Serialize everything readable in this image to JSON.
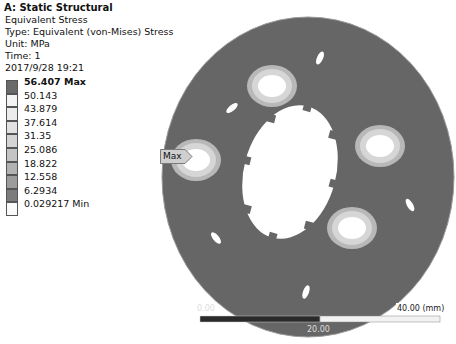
{
  "diagram": {
    "title": "A: Static Structural",
    "nodes": [
      {
        "text": [
          "Max"
        ]
      }
    ],
    "labels": [
      "Equivalent Stress",
      "Type: Equivalent (von-Mises) Stress",
      "Unit: MPa",
      "Time: 1",
      "2017/9/28 19:21",
      "0.00",
      "40.00 (mm)",
      "20.00"
    ],
    "legend": [
      {
        "text": "56.407 Max",
        "color": "#6a6a6a"
      },
      {
        "text": "50.143",
        "color": "#f4f4f4"
      },
      {
        "text": "43.879",
        "color": "#ececec"
      },
      {
        "text": "37.614",
        "color": "#e2e2e2"
      },
      {
        "text": "31.35",
        "color": "#d4d4d4"
      },
      {
        "text": "25.086",
        "color": "#c4c4c4"
      },
      {
        "text": "18.822",
        "color": "#b2b2b2"
      },
      {
        "text": "12.558",
        "color": "#9c9c9c"
      },
      {
        "text": "6.2934",
        "color": "#7c7c7c"
      },
      {
        "text": "0.029217 Min",
        "color": "#fafafa"
      }
    ]
  }
}
